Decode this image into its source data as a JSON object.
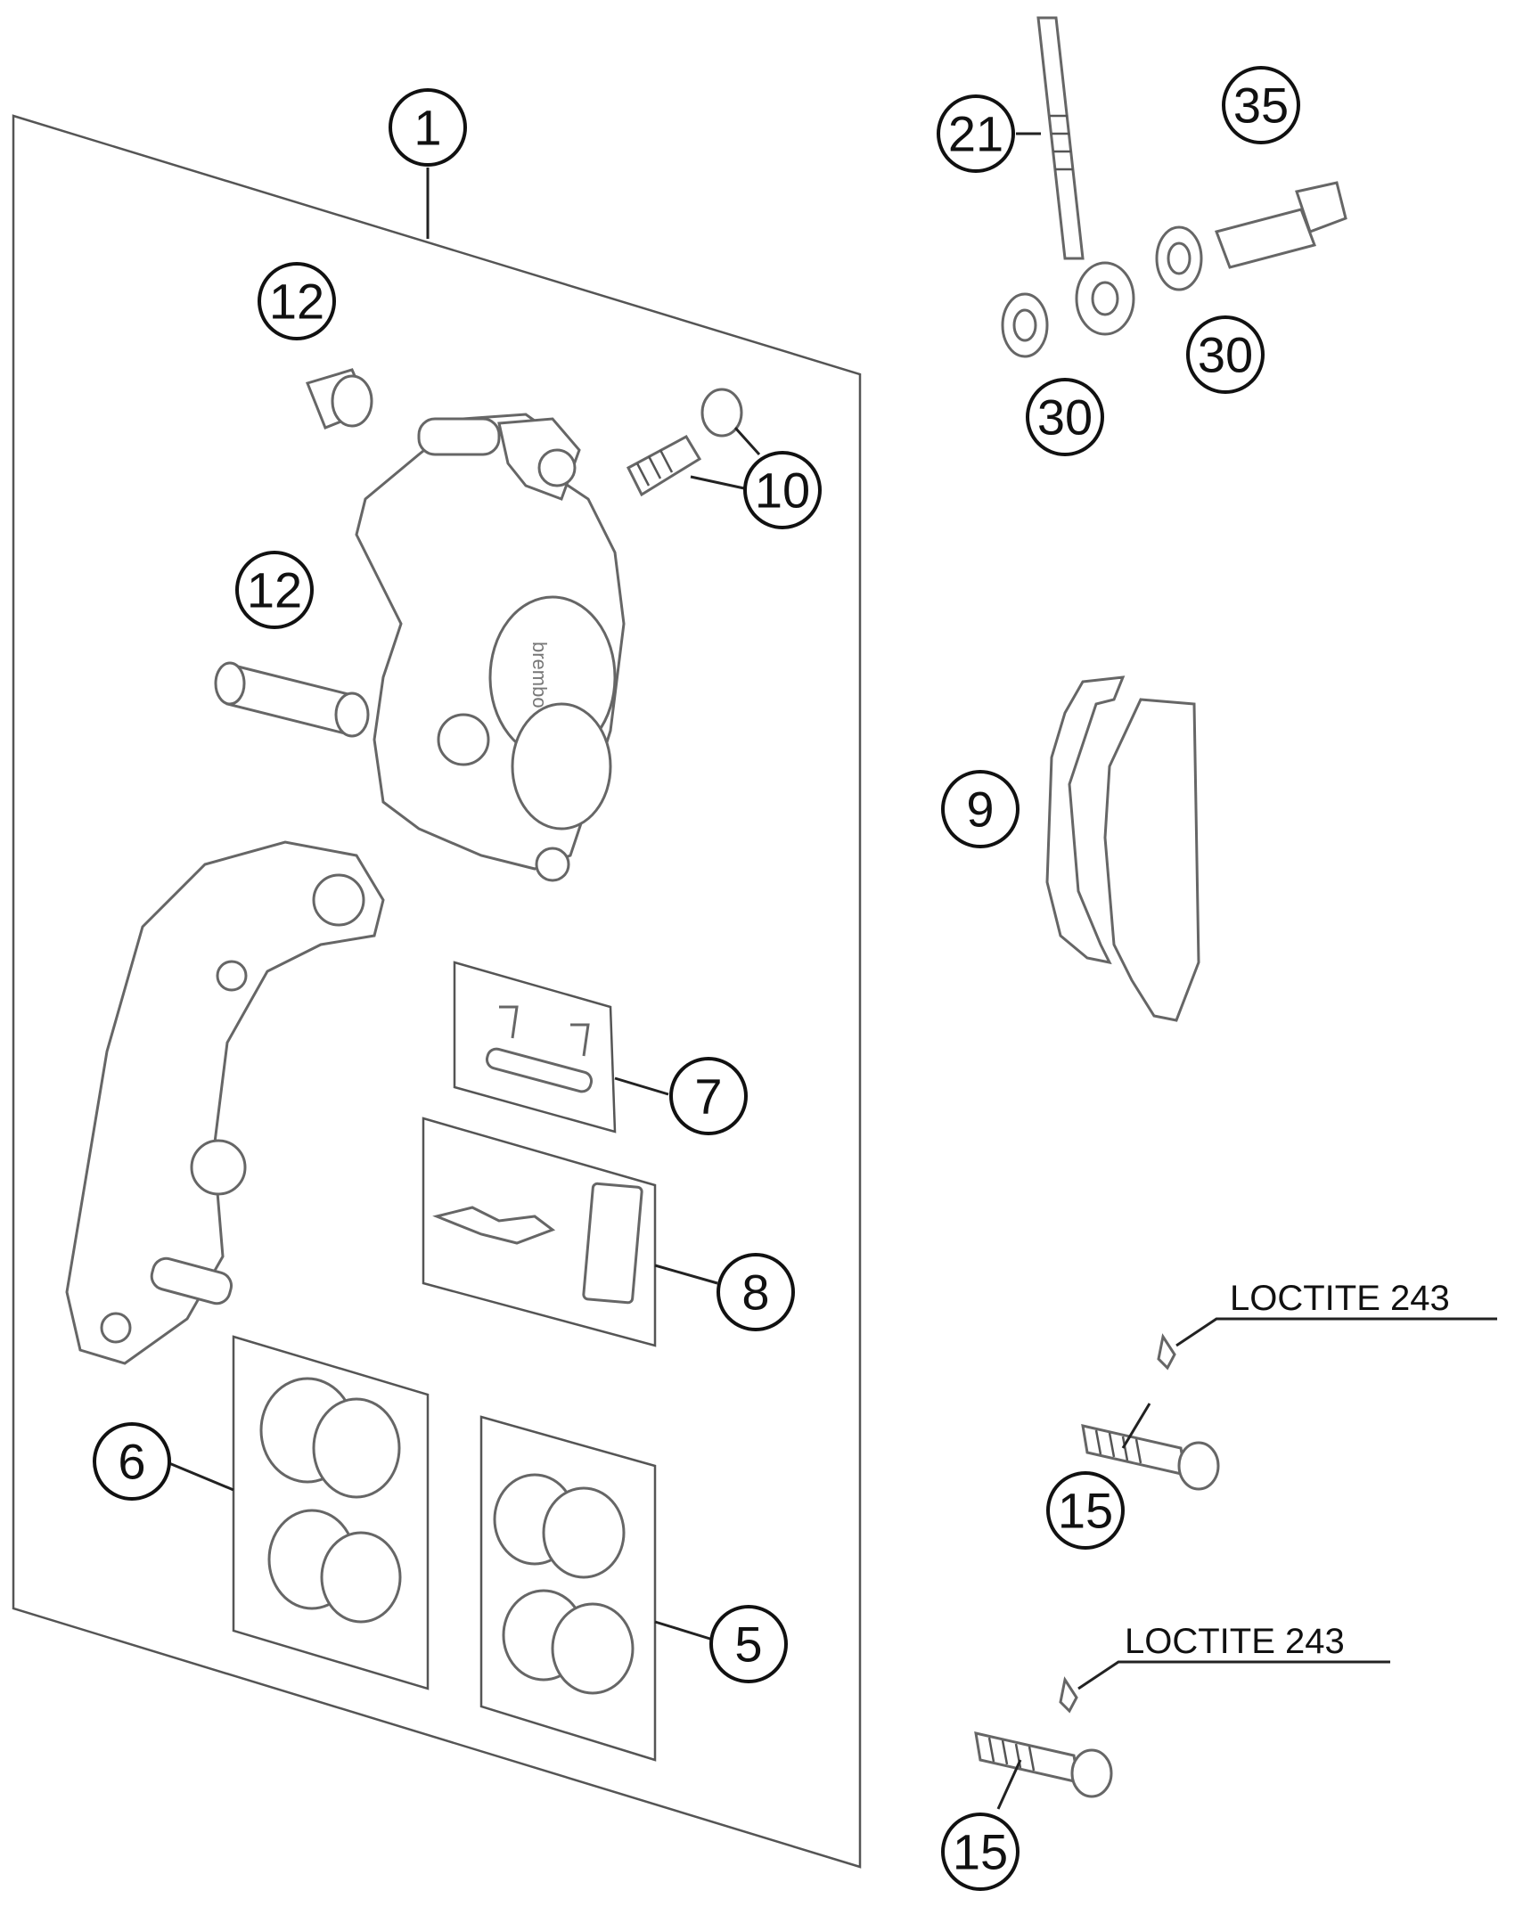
{
  "callouts": {
    "c1": "1",
    "c5": "5",
    "c6": "6",
    "c7": "7",
    "c8": "8",
    "c9": "9",
    "c10": "10",
    "c12a": "12",
    "c12b": "12",
    "c15a": "15",
    "c15b": "15",
    "c21": "21",
    "c30a": "30",
    "c30b": "30",
    "c35": "35"
  },
  "notes": {
    "loctite_upper": "LOCTITE 243",
    "loctite_lower": "LOCTITE 243"
  },
  "brand_mark": "brembo"
}
